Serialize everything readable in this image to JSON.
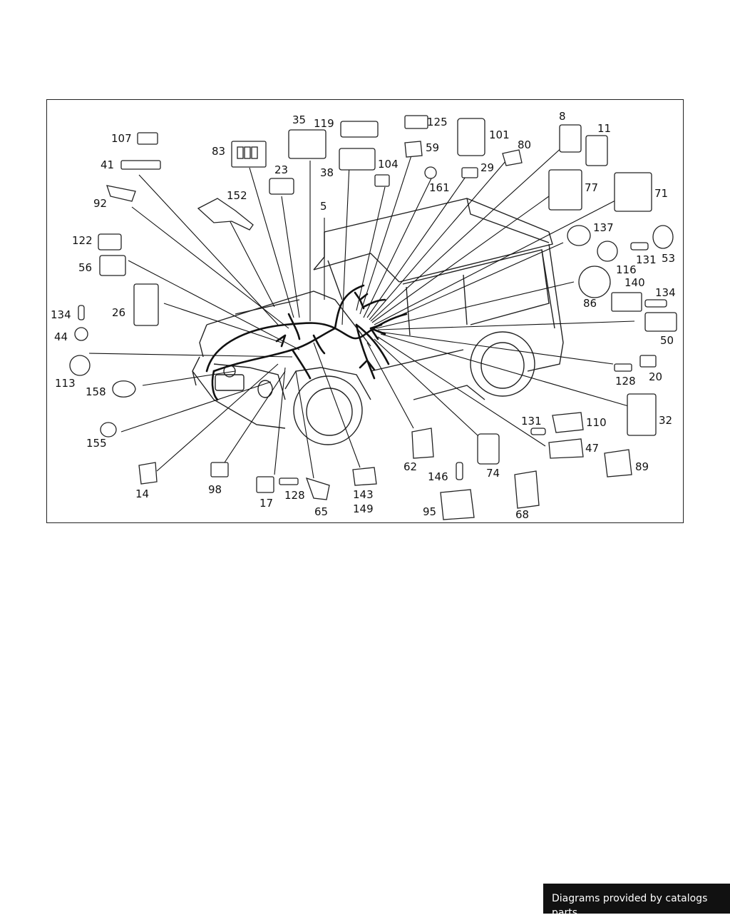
{
  "footer": {
    "credit": "Diagrams provided by catalogs parts"
  },
  "diagram": {
    "callouts": [
      "107",
      "41",
      "92",
      "83",
      "35",
      "119",
      "125",
      "101",
      "8",
      "11",
      "59",
      "80",
      "23",
      "38",
      "104",
      "29",
      "161",
      "152",
      "77",
      "71",
      "5",
      "122",
      "56",
      "137",
      "53",
      "131",
      "116",
      "134",
      "44",
      "26",
      "86",
      "140",
      "134",
      "50",
      "113",
      "158",
      "128",
      "20",
      "155",
      "32",
      "131",
      "110",
      "47",
      "89",
      "62",
      "74",
      "14",
      "98",
      "17",
      "128",
      "65",
      "143",
      "149",
      "146",
      "95",
      "68"
    ]
  }
}
